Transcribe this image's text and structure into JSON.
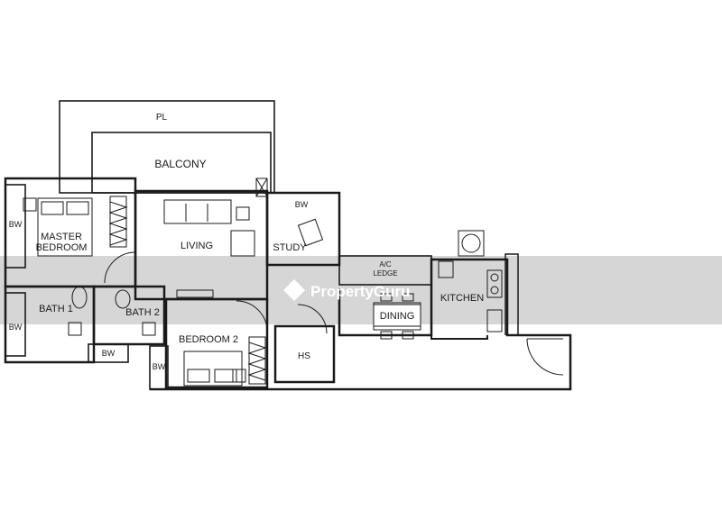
{
  "watermark": {
    "text": "PropertyGuru",
    "band_color": "#d4d4d4",
    "text_color": "#ffffff"
  },
  "line_color": "#1a1a1a",
  "labels": {
    "pl": "PL",
    "balcony": "BALCONY",
    "bw_master": "BW",
    "master_line1": "MASTER",
    "master_line2": "BEDROOM",
    "living": "LIVING",
    "bw_study": "BW",
    "study": "STUDY",
    "ac_line1": "A/C",
    "ac_line2": "LEDGE",
    "kitchen": "KITCHEN",
    "dining": "DINING",
    "bw_bath1": "BW",
    "bath1": "BATH 1",
    "bath2": "BATH 2",
    "bw_bath2": "BW",
    "bedroom2": "BEDROOM 2",
    "bw_bed2": "BW",
    "hs": "HS"
  }
}
